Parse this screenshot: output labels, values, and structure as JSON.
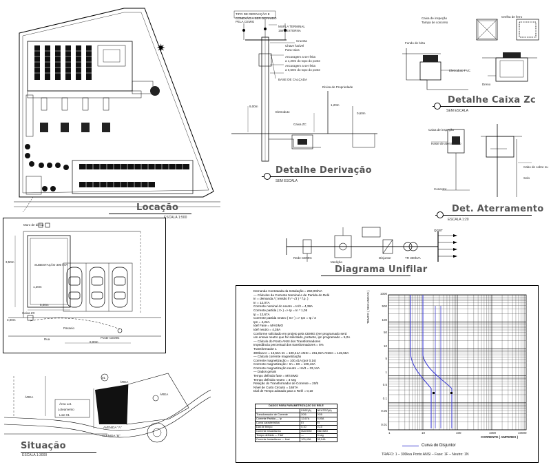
{
  "locacao": {
    "title": "Locação",
    "scale": "ESCALA 1:500",
    "north_symbol": "compass-rose",
    "detail_labels": {
      "wall": "Muro de divisa",
      "substation": "SUBESTAÇÃO 300 kVA",
      "dim1": "1,20m",
      "dim2": "3,50m",
      "dim3": "5,00m",
      "dim4": "3,00m",
      "dim5": "8,00m",
      "post": "Poste CEMIG",
      "rua": "Rua",
      "passeio": "Passeio",
      "caixa": "Caixa ZC"
    }
  },
  "situacao": {
    "title": "Situação",
    "scale": "ESCALA 1:3000",
    "avenue_a": "AVENIDA \"A\"",
    "avenue_b": "AVENIDA \"B\"",
    "legend_1": "Área Lot.",
    "legend_2": "Loteamento",
    "legend_3": "Lote 01",
    "marker": "01",
    "area1": "ÁREA",
    "area2": "ÁREA",
    "area3": "ÁREA"
  },
  "derivacao": {
    "title": "Detalhe Derivação",
    "scale": "SEM ESCALA",
    "top_note": "TIPO DE DERIVAÇÃO E CONEXÃO A SER DEFINIDO PELA CEMIG",
    "notes": [
      "MUFLA TERMINAL",
      "15kV EXTERNA",
      "Cruzeta",
      "Chave fusível",
      "Para-raios",
      "Ancoragem a ser feita",
      "a 1,20m do topo do poste",
      "Ancoragem a ser feita",
      "a 0,60m do topo do poste",
      "BASE DE CALÇADA",
      "Eletroduto",
      "Divisa de Propriedade",
      "Caixa ZC"
    ],
    "dim1": "1,20m",
    "dim2": "9,00m",
    "dim3": "0,60m"
  },
  "caixa_zc": {
    "title": "Detalhe Caixa Zc",
    "scale": "SEM ESCALA",
    "notes": [
      "Caixa de inspeção",
      "Tampa de concreto",
      "Grelha de ferro",
      "Fundo de brita",
      "Eletroduto PVC",
      "Dreno"
    ]
  },
  "aterramento": {
    "title": "Det. Aterramento",
    "scale": "ESCALA 1:20",
    "notes": [
      "Caixa de inspeção",
      "Haste de aterramento",
      "Cabo de cobre nu",
      "Conector",
      "Solo"
    ]
  },
  "unifilar": {
    "title": "Diagrama Unifilar",
    "labels": [
      "Rede CEMIG",
      "Medição",
      "Disjuntor",
      "TR 300kVA",
      "QGBT"
    ]
  },
  "calculo": {
    "lines": [
      "Demanda Contratada da Instalação = 250,00kVA",
      "— Cálculos da Corrente Nominal e de Partida do Relé",
      "In = demanda / ( tensão fn * √3 ) * f.p. )",
      "In = 12,07A",
      "Corrente nominal do neutro = In/3 = 4,38A",
      "Corrente partida ( I> ) => Ip = In * 1,05",
      "Ip = 12,67A",
      "Corrente partida neutro ( In> ) => Ipn = Ip / 3",
      "Ipn = 4,22A",
      "Idef Fase = MÁXIMO",
      "Idef neutro = 4,38A",
      "Conforme solicitado em projeto pela CEMIG (ver programado será",
      "um ensaio neutro que for solicitado, portanto, ipn programado = 5,0A",
      "— Cálculo do Ponto ANSI dos Transformadores",
      "Impedância percentual dos transformadores = 5%",
      "Transformador 1",
      "300kva   In = 12,56A   Im = 100,41A   ANSI = 251,02A   ANSIn = 145,59A",
      "— Cálculo corrente magnetização",
      "Corrente magnetização = 100,41A   (por 0,1s)",
      "Corrente magnetização : Im = 8X = 100,43A",
      "Corrente magnetização neutro = Im/3 = 33,14A",
      "— Dados gerais",
      "Tempo definido fase = MÁXIMO",
      "Tempo definido neutro = 3 seg",
      "Relação do Transformador de Corrente = 20/5",
      "Nível de Curto Circuito = 1687A",
      "Dial de Tempo adotado para o Relé = 0,10"
    ],
    "table_title": "DADOS PARA PARAMETRIZAÇÃO DO RELÉ",
    "table_headers": [
      "",
      "FASE(A)",
      "NEUTRO(A)"
    ],
    "table_rows": [
      [
        "Transformador de Corrente",
        "20/5",
        "20/5"
      ],
      [
        "Corrente Partida — Ip",
        "12,67A",
        "5,00A"
      ],
      [
        "Curva característica",
        "EI",
        "EI"
      ],
      [
        "Dial de tempo",
        "0,10",
        "0,10"
      ],
      [
        "Corrente Instantânea",
        "MÁXIMO",
        "MÁXIMO"
      ],
      [
        "Tempo definido — Tdef",
        "—",
        "3 seg"
      ],
      [
        "Corrente Instantânea — Iinst",
        "100,43A",
        "33,14A"
      ]
    ],
    "legend": "Curva do Disjuntor",
    "footer": "TRAFO: 1 – 300kva      Ponto ANSI – Fase: 1F – Neutro: 1N",
    "y_axis_title": "TEMPO ( SEGUNDOS )",
    "x_axis_title": "CORRENTE ( AMPERES )",
    "y_ticks": [
      "1000",
      "500",
      "100",
      "50",
      "10",
      "5",
      "1",
      "0.5",
      "0.1",
      "0.05",
      "0.01"
    ],
    "x_ticks": [
      "1",
      "10",
      "100",
      "1000",
      "10000"
    ]
  }
}
